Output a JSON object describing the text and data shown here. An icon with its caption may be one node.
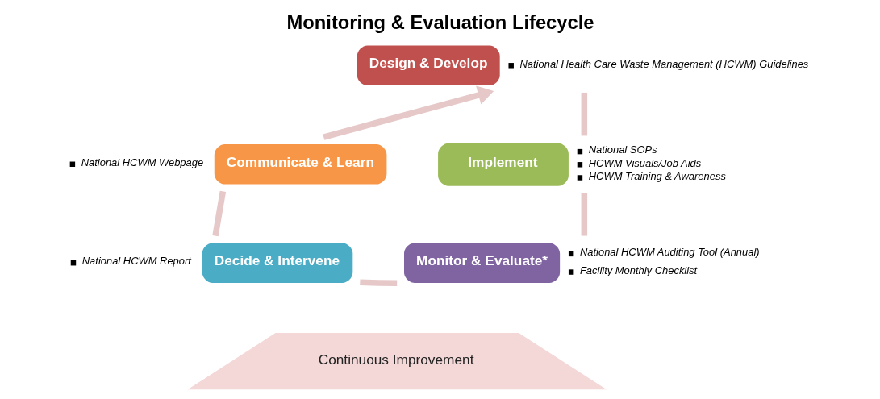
{
  "diagram": {
    "title": "Monitoring & Evaluation Lifecycle",
    "nodes": [
      {
        "text": [
          "Design & Develop"
        ],
        "beside": [
          "National Health Care Waste Management (HCWM) Guidelines"
        ]
      },
      {
        "text": [
          "Implement"
        ],
        "beside": [
          "National SOPs",
          "HCWM Visuals/Job Aids",
          "HCWM Training & Awareness"
        ]
      },
      {
        "text": [
          "Monitor & Evaluate*"
        ],
        "beside": [
          "National HCWM Auditing Tool (Annual)",
          "Facility Monthly Checklist"
        ]
      },
      {
        "text": [
          "Decide & Intervene"
        ],
        "beside": [
          "National HCWM Report"
        ]
      },
      {
        "text": [
          "Communicate & Learn"
        ],
        "beside": [
          "National HCWM Webpage"
        ]
      },
      {
        "text": [
          "Continuous Improvement"
        ]
      }
    ],
    "edges": [
      {
        "from": 0,
        "to": 1,
        "arrow": "none"
      },
      {
        "from": 1,
        "to": 2,
        "arrow": "none"
      },
      {
        "from": 2,
        "to": 3,
        "arrow": "none"
      },
      {
        "from": 3,
        "to": 4,
        "arrow": "none"
      },
      {
        "from": 4,
        "to": 0,
        "arrow": "to"
      }
    ]
  }
}
